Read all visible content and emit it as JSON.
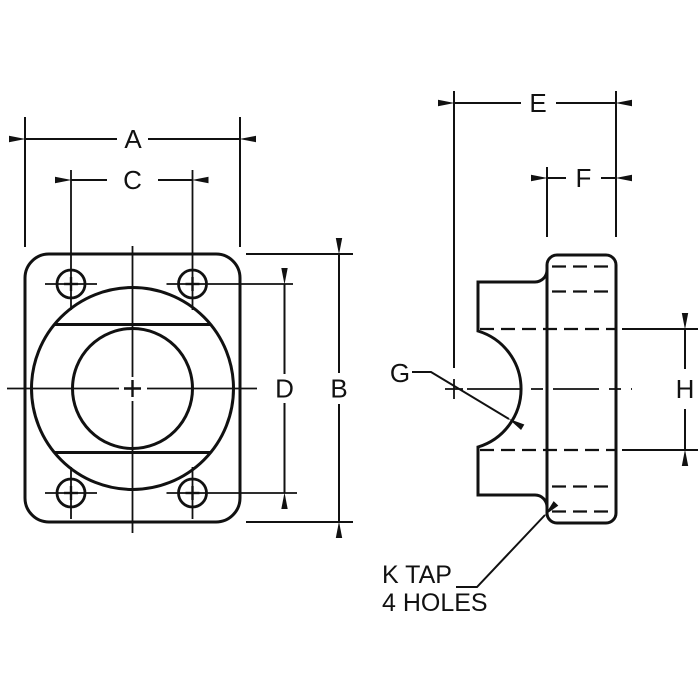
{
  "drawing": {
    "kind": "two-view engineering drawing",
    "colors": {
      "background": "#ffffff",
      "line": "#111111"
    }
  },
  "labels": {
    "A": "A",
    "B": "B",
    "C": "C",
    "D": "D",
    "E": "E",
    "F": "F",
    "G": "G",
    "H": "H"
  },
  "note": {
    "line1": "K TAP",
    "line2": "4 HOLES"
  },
  "front_view": {
    "dimension_labels": [
      "A",
      "B",
      "C",
      "D"
    ],
    "hole_count": 4
  },
  "side_view": {
    "dimension_labels": [
      "E",
      "F",
      "G",
      "H"
    ]
  }
}
